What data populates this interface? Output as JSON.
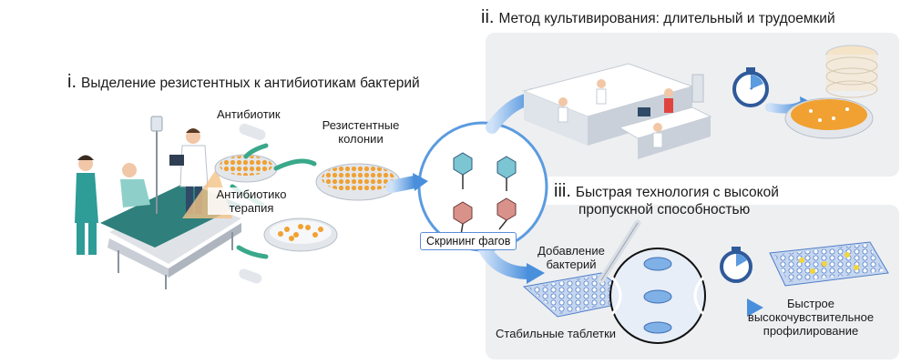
{
  "sections": {
    "i": {
      "numeral": "i.",
      "title": "Выделение резистентных к антибиотикам бактерий"
    },
    "ii": {
      "numeral": "ii.",
      "title": "Метод культивирования: длительный и трудоемкий"
    },
    "iii": {
      "numeral": "iii.",
      "title_line1": "Быстрая технология с высокой",
      "title_line2": "пропускной способностью"
    }
  },
  "labels": {
    "antibiotic": "Антибиотик",
    "resistant_line1": "Резистентные",
    "resistant_line2": "колонии",
    "therapy_line1": "Антибиотико",
    "therapy_line2": "терапия",
    "phage_screening": "Скрининг фагов",
    "add_bacteria_line1": "Добавление",
    "add_bacteria_line2": "бактерий",
    "stable_tablets": "Стабильные таблетки",
    "fast_line1": "Быстрое",
    "fast_line2": "высокочувствительное",
    "fast_line3": "профилирование"
  },
  "colors": {
    "panel_bg": "#eeeff1",
    "arrow_blue": "#5b9be0",
    "colony_orange": "#f0a132",
    "plate_blue": "#6f9ee0",
    "teal": "#2f8f8a"
  }
}
